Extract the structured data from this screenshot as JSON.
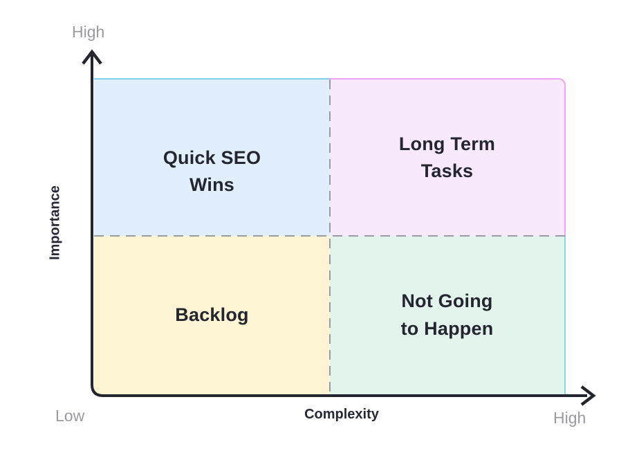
{
  "diagram": {
    "type": "2x2-priority-matrix",
    "axes": {
      "y": {
        "label": "Importance",
        "max_label": "High"
      },
      "x": {
        "label": "Complexity",
        "min_label": "Low",
        "max_label": "High"
      }
    }
  },
  "quadrants": [
    {
      "position": "top-left",
      "label": "Quick SEO Wins",
      "lines": [
        "Quick SEO",
        "Wins"
      ],
      "fill": "#e1effd",
      "border_top": "#7fd1ea"
    },
    {
      "position": "top-right",
      "label": "Long Term Tasks",
      "lines": [
        "Long Term",
        "Tasks"
      ],
      "fill": "#f8eafc",
      "border": "#eda4f2"
    },
    {
      "position": "bottom-left",
      "label": "Backlog",
      "lines": [
        "Backlog"
      ],
      "fill": "#fdf4d3"
    },
    {
      "position": "bottom-right",
      "label": "Not Going to Happen",
      "lines": [
        "Not Going",
        "to Happen"
      ],
      "fill": "#e3f4ed",
      "border_right": "#86d5ef"
    }
  ],
  "colors": {
    "axis": "#23252f",
    "dashed_line": "#999aa2",
    "muted_label": "#9a9aa2",
    "dark_label": "#252836",
    "quadrant_text": "#23252f",
    "background": "#ffffff"
  }
}
